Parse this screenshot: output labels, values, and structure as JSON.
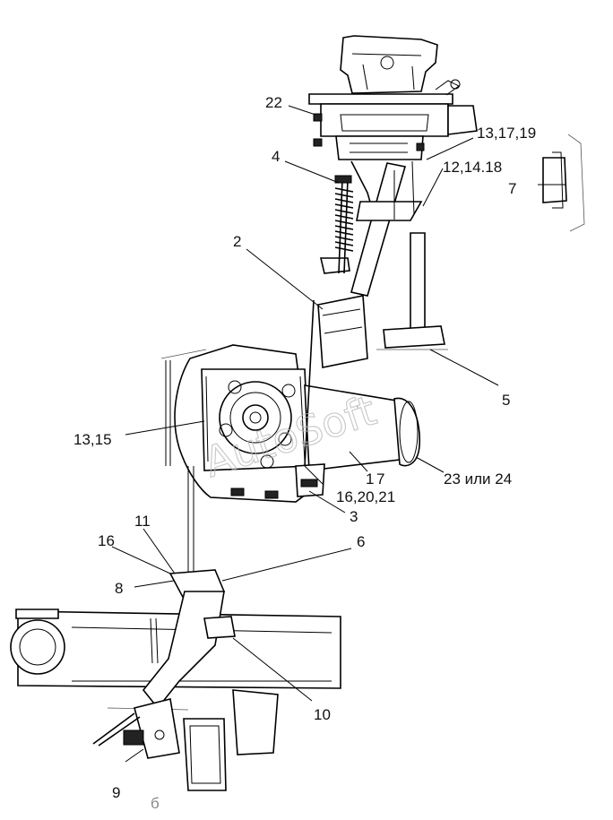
{
  "callouts": {
    "c22": "22",
    "c13_17_19": "13,17,19",
    "c4": "4",
    "c12_14_18": "12,14.18",
    "c7": "7",
    "c2": "2",
    "c5": "5",
    "c13_15": "13,15",
    "c1": "1",
    "c17": "7",
    "c23_24": "23 или 24",
    "c16_20_21": "16,20,21",
    "c3": "3",
    "c11": "11",
    "c6": "6",
    "c16": "16",
    "c8": "8",
    "c10": "10",
    "c9": "9",
    "c6_bottom": "б"
  },
  "watermark": "AutoSoft"
}
